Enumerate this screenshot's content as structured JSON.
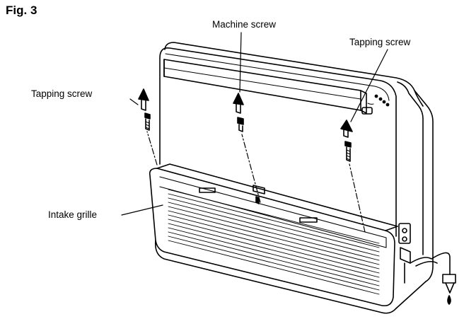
{
  "figure": {
    "title": "Fig. 3"
  },
  "callouts": {
    "machine_screw": "Machine screw",
    "tapping_screw_right": "Tapping screw",
    "tapping_screw_left": "Tapping screw",
    "intake_grille": "Intake grille"
  },
  "colors": {
    "line": "#000000",
    "background": "#ffffff"
  }
}
